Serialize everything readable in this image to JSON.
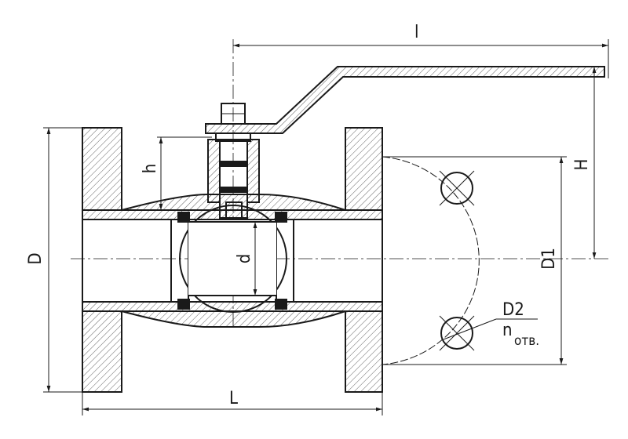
{
  "title": "Ball valve flanged — sectional drawing",
  "dimensions": {
    "handle_length": "l",
    "height": "H",
    "stem_height": "h",
    "flange_diameter": "D",
    "bore_diameter": "d",
    "bolt_circle_diameter": "D1",
    "bolt_hole_diameter": "D2",
    "bolt_hole_count": "n",
    "bolt_hole_count_subscript": "отв.",
    "length": "L"
  }
}
